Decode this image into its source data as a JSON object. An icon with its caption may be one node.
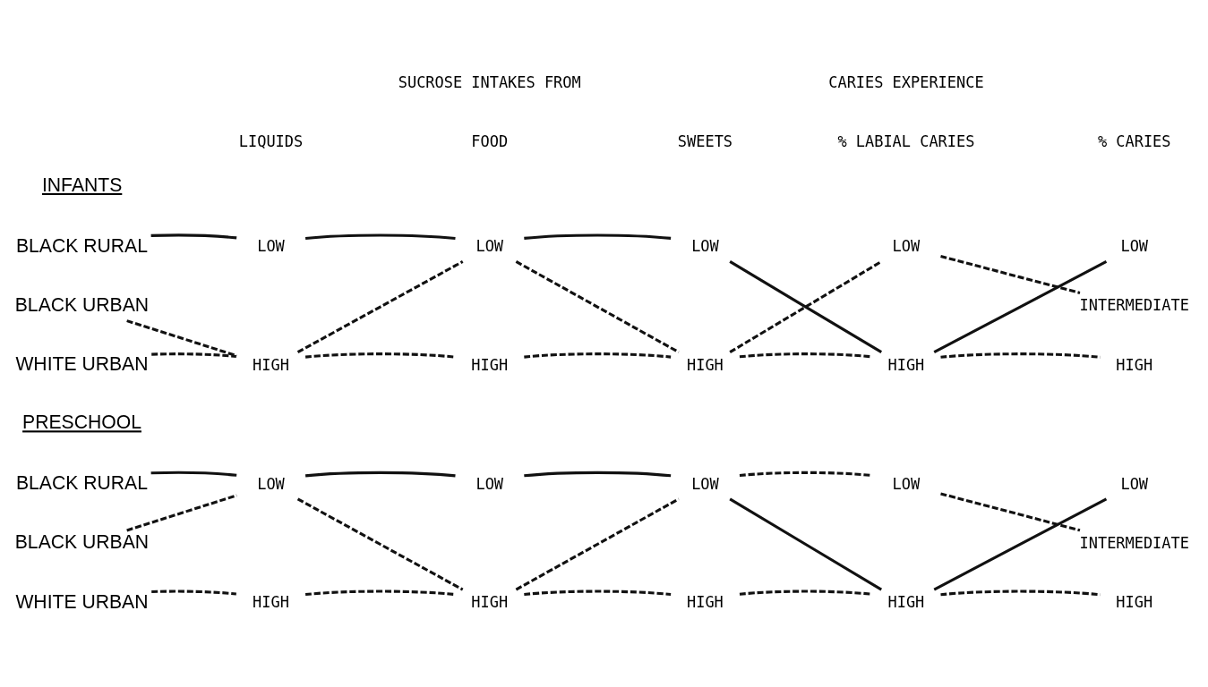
{
  "diagram": {
    "nodes": [
      {
        "text": [
          "BLACK RURAL"
        ]
      },
      {
        "text": [
          "LOW"
        ]
      },
      {
        "text": [
          "LOW"
        ]
      },
      {
        "text": [
          "LOW"
        ]
      },
      {
        "text": [
          "LOW"
        ]
      },
      {
        "text": [
          "LOW"
        ]
      },
      {
        "text": [
          "BLACK URBAN"
        ]
      },
      {
        "text": [
          "INTERMEDIATE"
        ]
      },
      {
        "text": [
          "WHITE URBAN"
        ]
      },
      {
        "text": [
          "HIGH"
        ]
      },
      {
        "text": [
          "HIGH"
        ]
      },
      {
        "text": [
          "HIGH"
        ]
      },
      {
        "text": [
          "HIGH"
        ]
      },
      {
        "text": [
          "HIGH"
        ]
      },
      {
        "text": [
          "BLACK RURAL"
        ]
      },
      {
        "text": [
          "LOW"
        ]
      },
      {
        "text": [
          "LOW"
        ]
      },
      {
        "text": [
          "LOW"
        ]
      },
      {
        "text": [
          "LOW"
        ]
      },
      {
        "text": [
          "LOW"
        ]
      },
      {
        "text": [
          "BLACK URBAN"
        ]
      },
      {
        "text": [
          "INTERMEDIATE"
        ]
      },
      {
        "text": [
          "WHITE URBAN"
        ]
      },
      {
        "text": [
          "HIGH"
        ]
      },
      {
        "text": [
          "HIGH"
        ]
      },
      {
        "text": [
          "HIGH"
        ]
      },
      {
        "text": [
          "HIGH"
        ]
      },
      {
        "text": [
          "HIGH"
        ]
      }
    ],
    "edges": [
      {
        "from": 0,
        "to": 1,
        "arrow": "none"
      },
      {
        "from": 1,
        "to": 2,
        "arrow": "none"
      },
      {
        "from": 2,
        "to": 3,
        "arrow": "none"
      },
      {
        "from": 3,
        "to": 12,
        "arrow": "none"
      },
      {
        "from": 12,
        "to": 5,
        "arrow": "none"
      },
      {
        "from": 6,
        "to": 9,
        "arrow": "none",
        "style": "dashed"
      },
      {
        "from": 9,
        "to": 2,
        "arrow": "none",
        "style": "dashed"
      },
      {
        "from": 2,
        "to": 11,
        "arrow": "none",
        "style": "dashed"
      },
      {
        "from": 11,
        "to": 4,
        "arrow": "none",
        "style": "dashed"
      },
      {
        "from": 4,
        "to": 7,
        "arrow": "none",
        "style": "dashed"
      },
      {
        "from": 8,
        "to": 9,
        "arrow": "none",
        "style": "dashed"
      },
      {
        "from": 9,
        "to": 10,
        "arrow": "none",
        "style": "dashed"
      },
      {
        "from": 10,
        "to": 11,
        "arrow": "none",
        "style": "dashed"
      },
      {
        "from": 11,
        "to": 12,
        "arrow": "none",
        "style": "dashed"
      },
      {
        "from": 12,
        "to": 13,
        "arrow": "none",
        "style": "dashed"
      },
      {
        "from": 14,
        "to": 15,
        "arrow": "none"
      },
      {
        "from": 15,
        "to": 16,
        "arrow": "none"
      },
      {
        "from": 16,
        "to": 17,
        "arrow": "none"
      },
      {
        "from": 17,
        "to": 26,
        "arrow": "none"
      },
      {
        "from": 26,
        "to": 19,
        "arrow": "none"
      },
      {
        "from": 20,
        "to": 15,
        "arrow": "none",
        "style": "dashed"
      },
      {
        "from": 15,
        "to": 24,
        "arrow": "none",
        "style": "dashed"
      },
      {
        "from": 24,
        "to": 17,
        "arrow": "none",
        "style": "dashed"
      },
      {
        "from": 17,
        "to": 18,
        "arrow": "none",
        "style": "dashed"
      },
      {
        "from": 18,
        "to": 21,
        "arrow": "none",
        "style": "dashed"
      },
      {
        "from": 22,
        "to": 23,
        "arrow": "none",
        "style": "dashed"
      },
      {
        "from": 23,
        "to": 24,
        "arrow": "none",
        "style": "dashed"
      },
      {
        "from": 24,
        "to": 25,
        "arrow": "none",
        "style": "dashed"
      },
      {
        "from": 25,
        "to": 26,
        "arrow": "none",
        "style": "dashed"
      },
      {
        "from": 26,
        "to": 27,
        "arrow": "none",
        "style": "dashed"
      }
    ],
    "labels": [
      "SUCROSE INTAKES FROM",
      "CARIES EXPERIENCE",
      "LIQUIDS",
      "FOOD",
      "SWEETS",
      "% LABIAL CARIES",
      "% CARIES",
      "INFANTS",
      "PRESCHOOL"
    ]
  }
}
